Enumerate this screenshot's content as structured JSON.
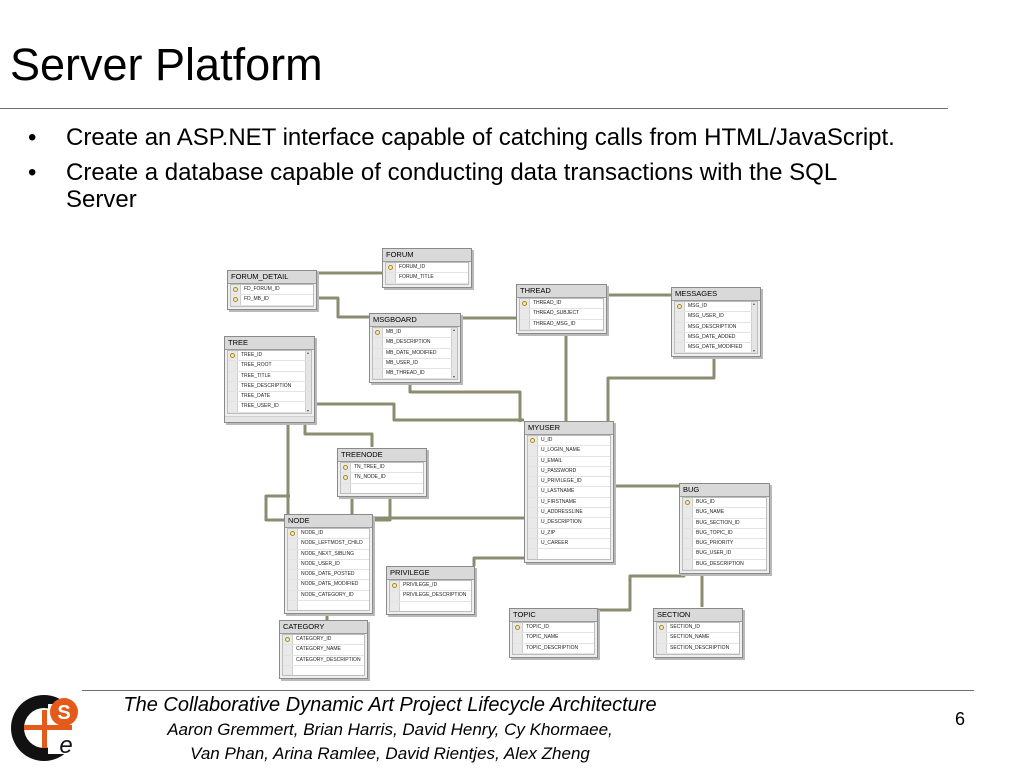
{
  "slide": {
    "title": "Server Platform",
    "bullets": [
      "Create an ASP.NET interface capable of catching calls from HTML/JavaScript.",
      "Create a database capable of conducting data transactions with the SQL Server"
    ],
    "bullet_char": "•"
  },
  "diagram": {
    "tables": [
      {
        "id": "forum",
        "name": "FORUM",
        "columns": [
          "FORUM_ID",
          "FORUM_TITLE"
        ]
      },
      {
        "id": "forum_detail",
        "name": "FORUM_DETAIL",
        "columns": [
          "FD_FORUM_ID",
          "FD_MB_ID"
        ]
      },
      {
        "id": "thread",
        "name": "THREAD",
        "columns": [
          "THREAD_ID",
          "THREAD_SUBJECT",
          "THREAD_MSG_ID"
        ]
      },
      {
        "id": "messages",
        "name": "MESSAGES",
        "columns": [
          "MSG_ID",
          "MSG_USER_ID",
          "MSG_DESCRIPTION",
          "MSG_DATE_ADDED",
          "MSG_DATE_MODIFIED"
        ]
      },
      {
        "id": "msgboard",
        "name": "MSGBOARD",
        "columns": [
          "MB_ID",
          "MB_DESCRIPTION",
          "MB_DATE_MODIFIED",
          "MB_USER_ID",
          "MB_THREAD_ID"
        ]
      },
      {
        "id": "tree",
        "name": "TREE",
        "columns": [
          "TREE_ID",
          "TREE_ROOT",
          "TREE_TITLE",
          "TREE_DESCRIPTION",
          "TREE_DATE",
          "TREE_USER_ID"
        ]
      },
      {
        "id": "myuser",
        "name": "MYUSER",
        "columns": [
          "U_ID",
          "U_LOGIN_NAME",
          "U_EMAIL",
          "U_PASSWORD",
          "U_PRIVILEGE_ID",
          "U_LASTNAME",
          "U_FIRSTNAME",
          "U_ADDRESSLINE",
          "U_DESCRIPTION",
          "U_ZIP",
          "U_CAREER"
        ]
      },
      {
        "id": "treenode",
        "name": "TREENODE",
        "columns": [
          "TN_TREE_ID",
          "TN_NODE_ID"
        ]
      },
      {
        "id": "bug",
        "name": "BUG",
        "columns": [
          "BUG_ID",
          "BUG_NAME",
          "BUG_SECTION_ID",
          "BUG_TOPIC_ID",
          "BUG_PRIORITY",
          "BUG_USER_ID",
          "BUG_DESCRIPTION"
        ]
      },
      {
        "id": "node",
        "name": "NODE",
        "columns": [
          "NODE_ID",
          "NODE_LEFTMOST_CHILD",
          "NODE_NEXT_SIBLING",
          "NODE_USER_ID",
          "NODE_DATE_POSTED",
          "NODE_DATE_MODIFIED",
          "NODE_CATEGORY_ID"
        ]
      },
      {
        "id": "privilege",
        "name": "PRIVILEGE",
        "columns": [
          "PRIVILEGE_ID",
          "PRIVILEGE_DESCRIPTION"
        ]
      },
      {
        "id": "topic",
        "name": "TOPIC",
        "columns": [
          "TOPIC_ID",
          "TOPIC_NAME",
          "TOPIC_DESCRIPTION"
        ]
      },
      {
        "id": "section",
        "name": "SECTION",
        "columns": [
          "SECTION_ID",
          "SECTION_NAME",
          "SECTION_DESCRIPTION"
        ]
      },
      {
        "id": "category",
        "name": "CATEGORY",
        "columns": [
          "CATEGORY_ID",
          "CATEGORY_NAME",
          "CATEGORY_DESCRIPTION"
        ]
      }
    ]
  },
  "footer": {
    "title": "The Collaborative Dynamic Art Project Lifecycle Architecture",
    "authors_line1": "Aaron Gremmert, Brian Harris, David Henry, Cy Khormaee,",
    "authors_line2": "Van Phan, Arina Ramlee, David Rientjes, Alex Zheng",
    "page_number": "6",
    "logo_letters": [
      "C",
      "S",
      "e"
    ],
    "logo_colors": {
      "orange": "#e35a1a",
      "dark": "#111111"
    }
  }
}
